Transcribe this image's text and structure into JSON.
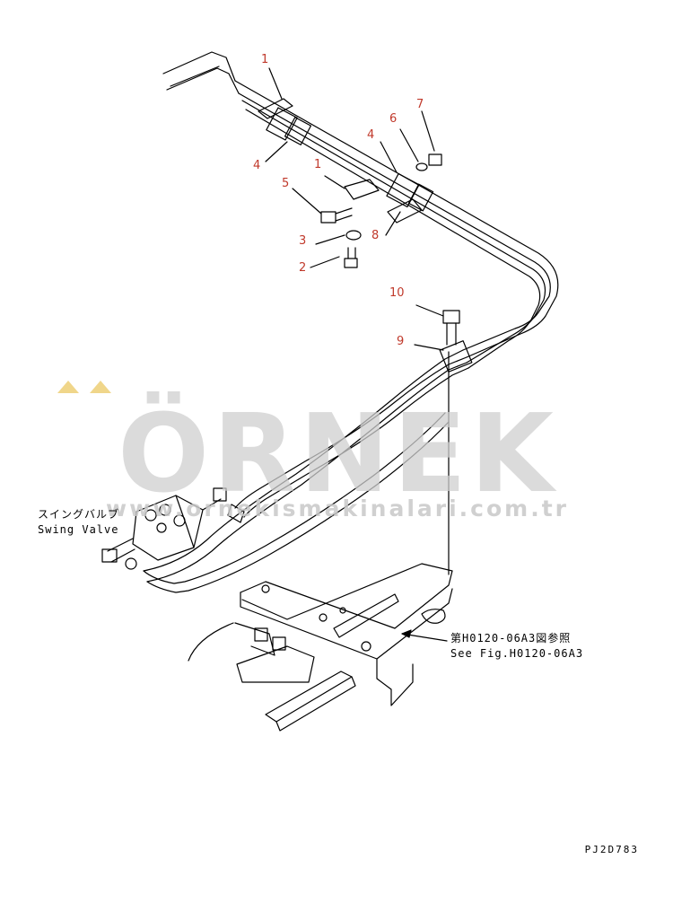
{
  "callouts": {
    "c1a": "1",
    "c4a": "4",
    "c4b": "4",
    "c6": "6",
    "c7": "7",
    "c5": "5",
    "c1b": "1",
    "c3": "3",
    "c8": "8",
    "c2": "2",
    "c10": "10",
    "c9": "9"
  },
  "swing_valve": {
    "jp": "スイングバルブ",
    "en": "Swing Valve"
  },
  "reference": {
    "jp": "第H0120-06A3図参照",
    "en": "See Fig.H0120-06A3"
  },
  "watermark": {
    "brand": "ÖRNEK",
    "url": "www.ornekismakinalari.com.tr"
  },
  "drawing_code": "PJ2D783",
  "colors": {
    "callout": "#c0392b",
    "watermark": "#cfcfcf",
    "watermark_accent": "#f0d68a",
    "line": "#000000"
  }
}
